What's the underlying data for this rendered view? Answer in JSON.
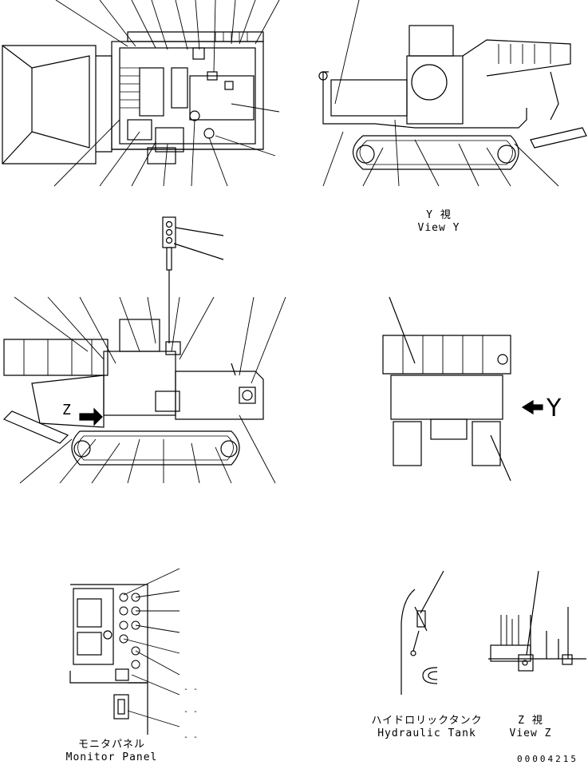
{
  "captions": {
    "view_y": {
      "jp": "Y 視",
      "en": "View Y"
    },
    "arrow_label": "Y",
    "monitor_panel": {
      "jp": "モニタパネル",
      "en": "Monitor Panel"
    },
    "hydraulic_tank": {
      "jp": "ハイドロリックタンク",
      "en": "Hydraulic Tank"
    },
    "view_z": {
      "jp": "Z 視",
      "en": "View Z"
    },
    "z_marker": "Z"
  },
  "panel_marks": [
    "- -",
    "- -",
    "- -"
  ],
  "doc_number": "00004215",
  "colors": {
    "line": "#000000",
    "background": "#ffffff"
  }
}
